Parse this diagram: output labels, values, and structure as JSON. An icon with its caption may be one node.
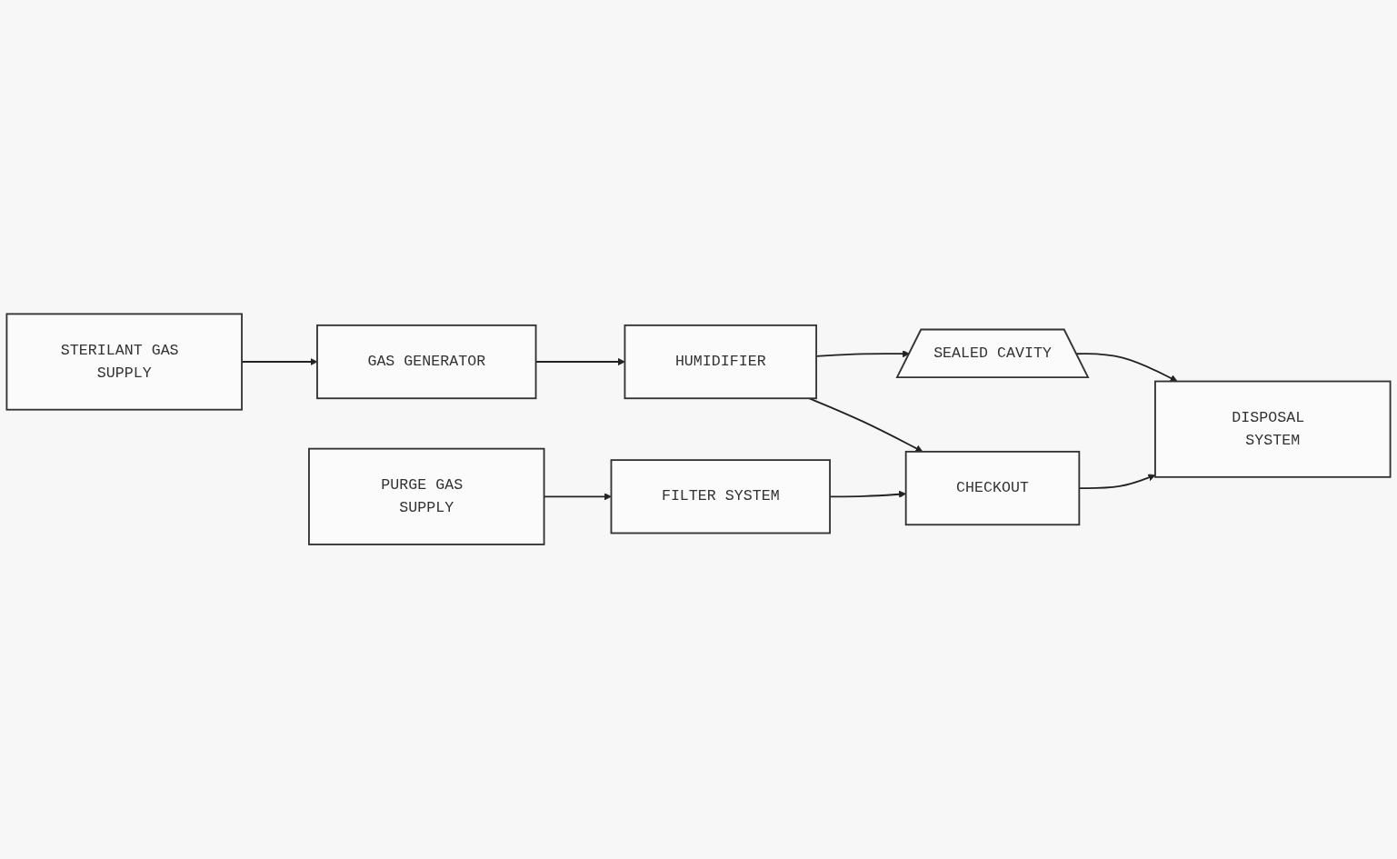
{
  "diagram": {
    "nodes": [
      {
        "text": [
          "STERILANT GAS SUPPLY"
        ]
      },
      {
        "text": [
          "GAS GENERATOR"
        ]
      },
      {
        "text": [
          "HUMIDIFIER"
        ]
      },
      {
        "text": [
          "SEALED CAVITY"
        ]
      },
      {
        "text": [
          "PURGE GAS SUPPLY"
        ]
      },
      {
        "text": [
          "FILTER SYSTEM"
        ]
      },
      {
        "text": [
          "CHECKOUT"
        ]
      },
      {
        "text": [
          "DISPOSAL SYSTEM"
        ]
      }
    ],
    "edges": [
      {
        "from": 0,
        "to": 1,
        "arrow": "to"
      },
      {
        "from": 1,
        "to": 2,
        "arrow": "to"
      },
      {
        "from": 2,
        "to": 3,
        "arrow": "to"
      },
      {
        "from": 2,
        "to": 6,
        "arrow": "to"
      },
      {
        "from": 3,
        "to": 7,
        "arrow": "to"
      },
      {
        "from": 4,
        "to": 5,
        "arrow": "to"
      },
      {
        "from": 5,
        "to": 6,
        "arrow": "to"
      },
      {
        "from": 6,
        "to": 7,
        "arrow": "to"
      }
    ]
  }
}
